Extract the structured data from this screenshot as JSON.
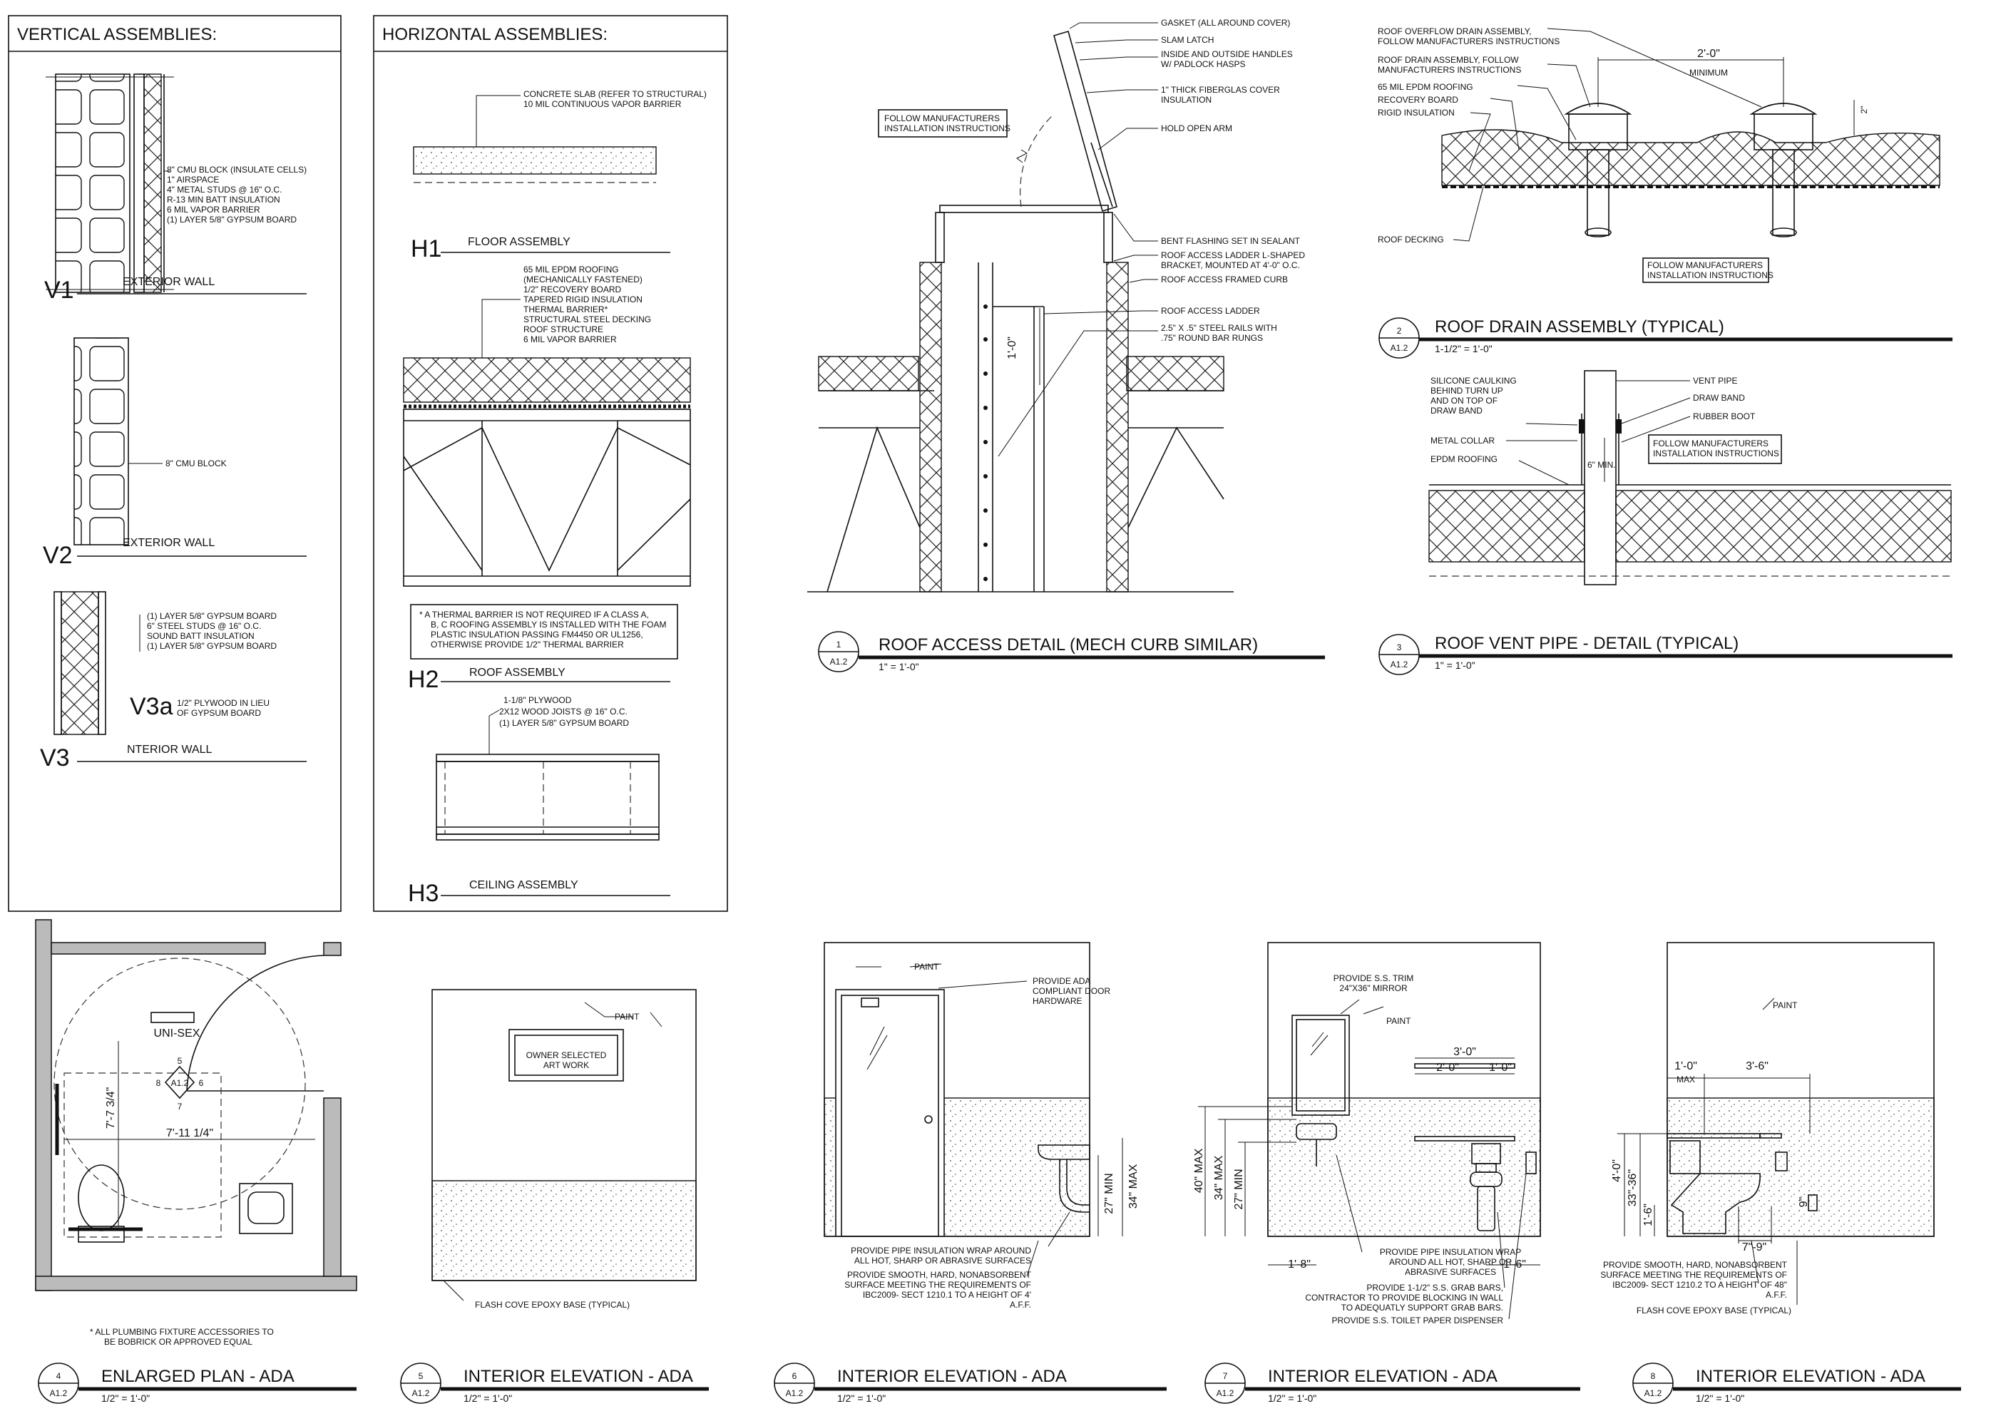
{
  "vertical_assemblies": {
    "header": "VERTICAL ASSEMBLIES:",
    "v1": {
      "tag": "V1",
      "name": "EXTERIOR WALL",
      "notes": [
        "8\" CMU BLOCK (INSULATE CELLS)",
        "1\" AIRSPACE",
        "4\" METAL STUDS @ 16\" O.C.",
        "R-13 MIN BATT INSULATION",
        "6 MIL VAPOR BARRIER",
        "(1) LAYER 5/8\" GYPSUM BOARD"
      ]
    },
    "v2": {
      "tag": "V2",
      "name": "EXTERIOR WALL",
      "notes": [
        "8\" CMU BLOCK"
      ]
    },
    "v3": {
      "tag": "V3",
      "name": "NTERIOR WALL",
      "notes": [
        "(1) LAYER 5/8\" GYPSUM BOARD",
        "6\" STEEL STUDS @ 16\" O.C.",
        "SOUND BATT INSULATION",
        "(1) LAYER 5/8\" GYPSUM BOARD"
      ]
    },
    "v3a": {
      "tag": "V3a",
      "notes": [
        "1/2\" PLYWOOD IN LIEU",
        "OF GYPSUM BOARD"
      ]
    }
  },
  "horizontal_assemblies": {
    "header": "HORIZONTAL ASSEMBLIES:",
    "h1": {
      "tag": "H1",
      "name": "FLOOR ASSEMBLY",
      "notes": [
        "CONCRETE SLAB (REFER TO STRUCTURAL)",
        "10 MIL CONTINUOUS VAPOR BARRIER"
      ]
    },
    "h2": {
      "tag": "H2",
      "name": "ROOF ASSEMBLY",
      "notes": [
        "65 MIL EPDM ROOFING",
        "(MECHANICALLY FASTENED)",
        "1/2\" RECOVERY BOARD",
        "TAPERED RIGID INSULATION",
        "THERMAL BARRIER*",
        "STRUCTURAL STEEL DECKING",
        "ROOF STRUCTURE",
        "6 MIL VAPOR BARRIER"
      ],
      "footnote": [
        "*   A THERMAL BARRIER IS NOT REQUIRED IF A CLASS A,",
        "B, C ROOFING ASSEMBLY IS INSTALLED WITH THE FOAM",
        "PLASTIC INSULATION PASSING FM4450 OR UL1256,",
        "OTHERWISE PROVIDE 1/2\" THERMAL BARRIER"
      ]
    },
    "h3": {
      "tag": "H3",
      "name": "CEILING ASSEMBLY",
      "notes": [
        "1-1/8\" PLYWOOD",
        "2X12 WOOD JOISTS @ 16\" O.C.",
        "(1) LAYER 5/8\" GYPSUM BOARD"
      ]
    }
  },
  "detail1": {
    "num": "1",
    "sheet": "A1.2",
    "title": "ROOF ACCESS DETAIL (MECH CURB SIMILAR)",
    "scale": "1\" = 1'-0\"",
    "box_note": [
      "FOLLOW MANUFACTURERS",
      "INSTALLATION INSTRUCTIONS"
    ],
    "notes": [
      "GASKET (ALL AROUND COVER)",
      "SLAM LATCH",
      "INSIDE AND OUTSIDE HANDLES",
      "W/ PADLOCK HASPS",
      "1\" THICK FIBERGLAS COVER",
      "INSULATION",
      "HOLD OPEN ARM",
      "BENT FLASHING SET IN SEALANT",
      "ROOF ACCESS LADDER L-SHAPED",
      "BRACKET, MOUNTED AT 4'-0\" O.C.",
      "ROOF ACCESS FRAMED CURB",
      "ROOF ACCESS LADDER",
      "2.5\" X .5\" STEEL RAILS WITH",
      ".75\" ROUND BAR RUNGS"
    ],
    "dim": "1'-0\""
  },
  "detail2": {
    "num": "2",
    "sheet": "A1.2",
    "title": "ROOF DRAIN ASSEMBLY (TYPICAL)",
    "scale": "1-1/2\" = 1'-0\"",
    "notes": [
      "ROOF OVERFLOW DRAIN ASSEMBLY,",
      "FOLLOW MANUFACTURERS INSTRUCTIONS",
      "ROOF DRAIN ASSEMBLY, FOLLOW",
      "MANUFACTURERS INSTRUCTIONS",
      "65 MIL EPDM ROOFING",
      "RECOVERY BOARD",
      "RIGID INSULATION",
      "ROOF DECKING"
    ],
    "box_note": [
      "FOLLOW MANUFACTURERS",
      "INSTALLATION INSTRUCTIONS"
    ],
    "dim": "2'-0\"",
    "dim_note": "MINIMUM",
    "dim2": "2\""
  },
  "detail3": {
    "num": "3",
    "sheet": "A1.2",
    "title": "ROOF VENT PIPE - DETAIL (TYPICAL)",
    "scale": "1\" = 1'-0\"",
    "notes_left": [
      "SILICONE CAULKING",
      "BEHIND TURN UP",
      "AND ON TOP OF",
      "DRAW BAND",
      "METAL COLLAR",
      "EPDM ROOFING"
    ],
    "notes_right": [
      "VENT PIPE",
      "DRAW BAND",
      "RUBBER BOOT"
    ],
    "box_note": [
      "FOLLOW MANUFACTURERS",
      "INSTALLATION INSTRUCTIONS"
    ],
    "dim": "6\" MIN."
  },
  "detail4": {
    "num": "4",
    "sheet": "A1.2",
    "title": "ENLARGED PLAN - ADA",
    "scale": "1/2\" = 1'-0\"",
    "sign": "UNI-SEX",
    "tag_center": "A1.2",
    "tag_marks": [
      "5",
      "6",
      "7",
      "8"
    ],
    "dims": [
      "7'-7 3/4\"",
      "7'-11 1/4\""
    ],
    "note": [
      "*   ALL PLUMBING FIXTURE ACCESSORIES TO",
      "BE BOBRICK OR APPROVED EQUAL"
    ]
  },
  "detail5": {
    "num": "5",
    "sheet": "A1.2",
    "title": "INTERIOR ELEVATION - ADA",
    "scale": "1/2\" = 1'-0\"",
    "art": [
      "OWNER SELECTED",
      "ART WORK"
    ],
    "paint": "PAINT",
    "base": "FLASH COVE EPOXY BASE (TYPICAL)"
  },
  "detail6": {
    "num": "6",
    "sheet": "A1.2",
    "title": "INTERIOR ELEVATION - ADA",
    "scale": "1/2\" = 1'-0\"",
    "paint": "PAINT",
    "hardware": [
      "PROVIDE ADA",
      "COMPLIANT DOOR",
      "HARDWARE"
    ],
    "dims": [
      "27\" MIN",
      "34\" MAX"
    ],
    "notes": [
      "PROVIDE PIPE INSULATION WRAP AROUND",
      "ALL HOT, SHARP OR ABRASIVE SURFACES",
      "PROVIDE SMOOTH, HARD, NONABSORBENT",
      "SURFACE MEETING THE REQUIREMENTS OF",
      "IBC2009- SECT 1210.1 TO A HEIGHT OF 4'",
      "A.F.F."
    ]
  },
  "detail7": {
    "num": "7",
    "sheet": "A1.2",
    "title": "INTERIOR ELEVATION - ADA",
    "scale": "1/2\" = 1'-0\"",
    "mirror": [
      "PROVIDE S.S. TRIM",
      "24\"X36\" MIRROR"
    ],
    "paint": "PAINT",
    "dims_top": [
      "3'-0\"",
      "2'-0\"",
      "1'-0\""
    ],
    "dims_left": [
      "40\" MAX",
      "34\" MAX",
      "27\" MIN"
    ],
    "dims_bottom": [
      "1'-8\"",
      "1'-6\""
    ],
    "notes": [
      "PROVIDE PIPE INSULATION WRAP",
      "AROUND ALL HOT, SHARP OR",
      "ABRASIVE SURFACES",
      "PROVIDE 1-1/2\" S.S. GRAB BARS,",
      "CONTRACTOR TO PROVIDE BLOCKING IN WALL",
      "TO ADEQUATLY SUPPORT GRAB BARS.",
      "PROVIDE S.S. TOILET PAPER DISPENSER"
    ]
  },
  "detail8": {
    "num": "8",
    "sheet": "A1.2",
    "title": "INTERIOR ELEVATION - ADA",
    "scale": "1/2\" = 1'-0\"",
    "paint": "PAINT",
    "dims_top": [
      "1'-0\"",
      "3'-6\""
    ],
    "max": "MAX",
    "dims_left": [
      "4'-0\"",
      "33\"-36\"",
      "1'-6\""
    ],
    "dims_other": [
      "7\"-9\"",
      "9\""
    ],
    "notes": [
      "PROVIDE SMOOTH, HARD, NONABSORBENT",
      "SURFACE MEETING THE REQUIREMENTS OF",
      "IBC2009- SECT 1210.2 TO A HEIGHT OF 48\"",
      "A.F.F.",
      "FLASH COVE EPOXY BASE (TYPICAL)"
    ]
  }
}
